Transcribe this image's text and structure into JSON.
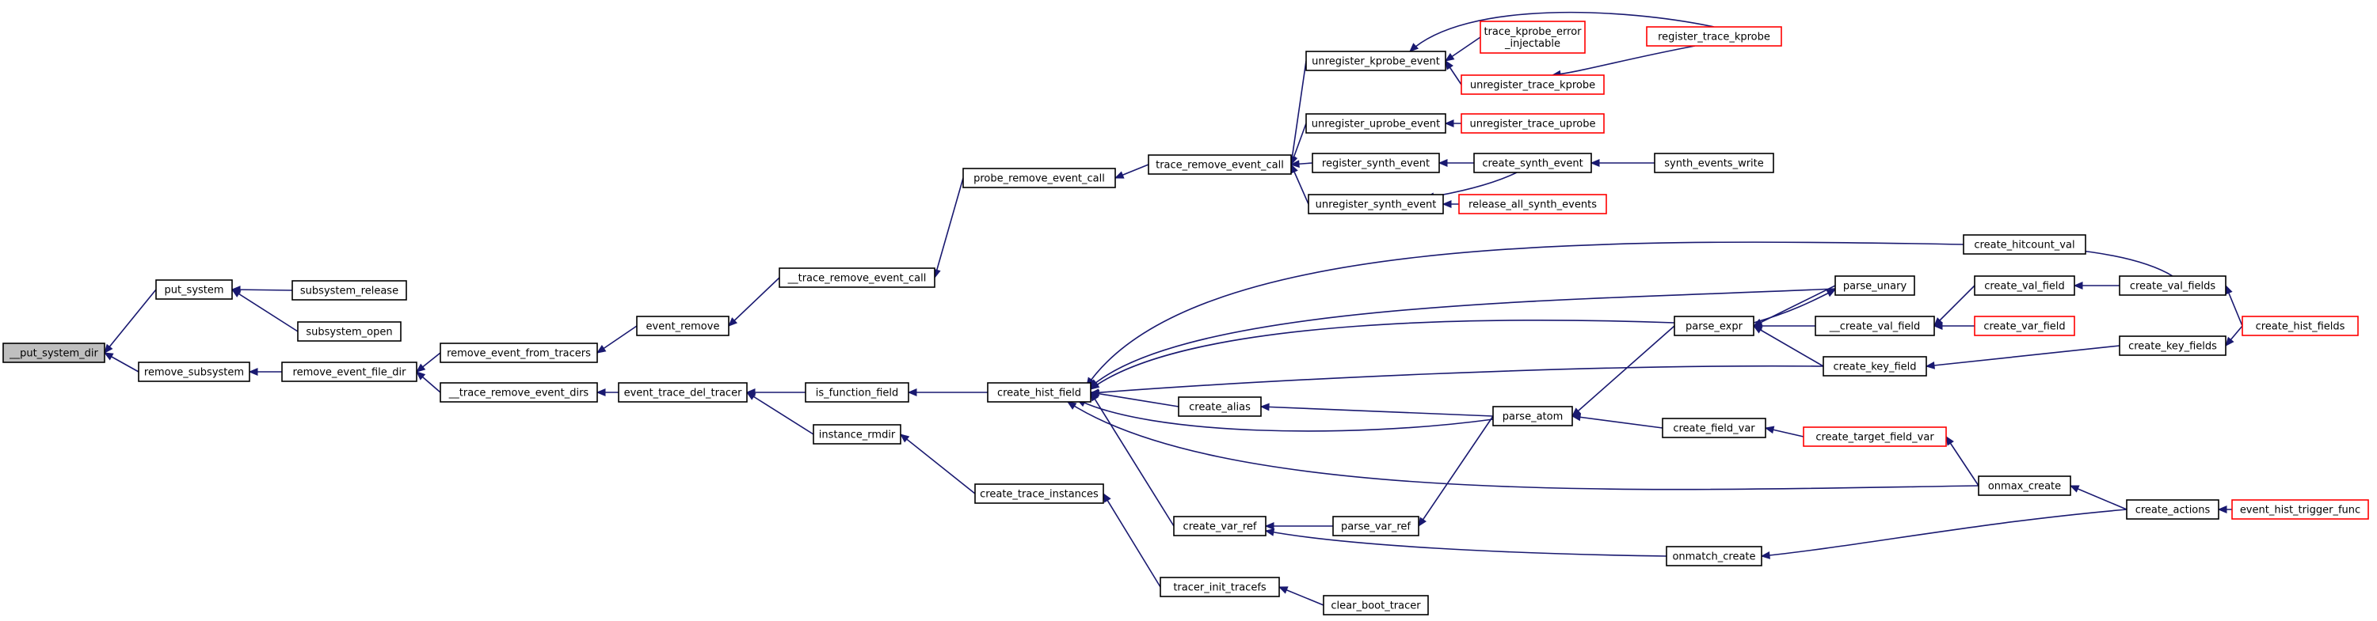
{
  "graph": {
    "edge_color": "#191970",
    "truncated_node_color": "#ff0000",
    "root_fill": "#bfbfbf",
    "nodes": [
      {
        "id": "put_system_dir",
        "label": "__put_system_dir",
        "style": "root"
      },
      {
        "id": "put_system",
        "label": "put_system",
        "style": "normal"
      },
      {
        "id": "subsystem_release",
        "label": "subsystem_release",
        "style": "normal"
      },
      {
        "id": "subsystem_open",
        "label": "subsystem_open",
        "style": "normal"
      },
      {
        "id": "remove_subsystem",
        "label": "remove_subsystem",
        "style": "normal"
      },
      {
        "id": "remove_event_file_dir",
        "label": "remove_event_file_dir",
        "style": "normal"
      },
      {
        "id": "remove_event_from_tracers",
        "label": "remove_event_from_tracers",
        "style": "normal"
      },
      {
        "id": "trace_remove_event_dirs",
        "label": "__trace_remove_event_dirs",
        "style": "normal"
      },
      {
        "id": "event_remove",
        "label": "event_remove",
        "style": "normal"
      },
      {
        "id": "trace_remove_event_call_u",
        "label": "__trace_remove_event_call",
        "style": "normal"
      },
      {
        "id": "probe_remove_event_call",
        "label": "probe_remove_event_call",
        "style": "normal"
      },
      {
        "id": "trace_remove_event_call",
        "label": "trace_remove_event_call",
        "style": "normal"
      },
      {
        "id": "unregister_kprobe_event",
        "label": "unregister_kprobe_event",
        "style": "normal"
      },
      {
        "id": "trace_kprobe_error_injectable",
        "label": "trace_kprobe_error\n_injectable",
        "style": "truncated"
      },
      {
        "id": "unregister_trace_kprobe",
        "label": "unregister_trace_kprobe",
        "style": "truncated"
      },
      {
        "id": "register_trace_kprobe",
        "label": "register_trace_kprobe",
        "style": "truncated"
      },
      {
        "id": "unregister_uprobe_event",
        "label": "unregister_uprobe_event",
        "style": "normal"
      },
      {
        "id": "unregister_trace_uprobe",
        "label": "unregister_trace_uprobe",
        "style": "truncated"
      },
      {
        "id": "register_synth_event",
        "label": "register_synth_event",
        "style": "normal"
      },
      {
        "id": "create_synth_event",
        "label": "create_synth_event",
        "style": "normal"
      },
      {
        "id": "synth_events_write",
        "label": "synth_events_write",
        "style": "normal"
      },
      {
        "id": "unregister_synth_event",
        "label": "unregister_synth_event",
        "style": "normal"
      },
      {
        "id": "release_all_synth_events",
        "label": "release_all_synth_events",
        "style": "truncated"
      },
      {
        "id": "event_trace_del_tracer",
        "label": "event_trace_del_tracer",
        "style": "normal"
      },
      {
        "id": "is_function_field",
        "label": "is_function_field",
        "style": "normal"
      },
      {
        "id": "instance_rmdir",
        "label": "instance_rmdir",
        "style": "normal"
      },
      {
        "id": "create_trace_instances",
        "label": "create_trace_instances",
        "style": "normal"
      },
      {
        "id": "tracer_init_tracefs",
        "label": "tracer_init_tracefs",
        "style": "normal"
      },
      {
        "id": "clear_boot_tracer",
        "label": "clear_boot_tracer",
        "style": "normal"
      },
      {
        "id": "create_hist_field",
        "label": "create_hist_field",
        "style": "normal"
      },
      {
        "id": "create_alias",
        "label": "create_alias",
        "style": "normal"
      },
      {
        "id": "create_var_ref",
        "label": "create_var_ref",
        "style": "normal"
      },
      {
        "id": "parse_var_ref",
        "label": "parse_var_ref",
        "style": "normal"
      },
      {
        "id": "parse_atom",
        "label": "parse_atom",
        "style": "normal"
      },
      {
        "id": "parse_expr",
        "label": "parse_expr",
        "style": "normal"
      },
      {
        "id": "parse_unary",
        "label": "parse_unary",
        "style": "normal"
      },
      {
        "id": "create_val_field_u",
        "label": "__create_val_field",
        "style": "normal"
      },
      {
        "id": "create_key_field",
        "label": "create_key_field",
        "style": "normal"
      },
      {
        "id": "create_field_var",
        "label": "create_field_var",
        "style": "normal"
      },
      {
        "id": "create_target_field_var",
        "label": "create_target_field_var",
        "style": "truncated"
      },
      {
        "id": "onmatch_create",
        "label": "onmatch_create",
        "style": "normal"
      },
      {
        "id": "create_hitcount_val",
        "label": "create_hitcount_val",
        "style": "normal"
      },
      {
        "id": "create_val_field",
        "label": "create_val_field",
        "style": "normal"
      },
      {
        "id": "create_var_field",
        "label": "create_var_field",
        "style": "truncated"
      },
      {
        "id": "create_val_fields",
        "label": "create_val_fields",
        "style": "normal"
      },
      {
        "id": "create_key_fields",
        "label": "create_key_fields",
        "style": "normal"
      },
      {
        "id": "create_hist_fields",
        "label": "create_hist_fields",
        "style": "truncated"
      },
      {
        "id": "onmax_create",
        "label": "onmax_create",
        "style": "normal"
      },
      {
        "id": "create_actions",
        "label": "create_actions",
        "style": "normal"
      },
      {
        "id": "event_hist_trigger_func",
        "label": "event_hist_trigger_func",
        "style": "truncated"
      }
    ],
    "edges": [
      {
        "from": "put_system",
        "to": "put_system_dir"
      },
      {
        "from": "remove_subsystem",
        "to": "put_system_dir"
      },
      {
        "from": "subsystem_release",
        "to": "put_system"
      },
      {
        "from": "subsystem_open",
        "to": "put_system"
      },
      {
        "from": "remove_event_file_dir",
        "to": "remove_subsystem"
      },
      {
        "from": "remove_event_from_tracers",
        "to": "remove_event_file_dir"
      },
      {
        "from": "trace_remove_event_dirs",
        "to": "remove_event_file_dir"
      },
      {
        "from": "event_remove",
        "to": "remove_event_from_tracers"
      },
      {
        "from": "event_trace_del_tracer",
        "to": "trace_remove_event_dirs"
      },
      {
        "from": "trace_remove_event_call_u",
        "to": "event_remove"
      },
      {
        "from": "probe_remove_event_call",
        "to": "trace_remove_event_call_u"
      },
      {
        "from": "trace_remove_event_call",
        "to": "probe_remove_event_call"
      },
      {
        "from": "unregister_kprobe_event",
        "to": "trace_remove_event_call"
      },
      {
        "from": "unregister_uprobe_event",
        "to": "trace_remove_event_call"
      },
      {
        "from": "register_synth_event",
        "to": "trace_remove_event_call"
      },
      {
        "from": "unregister_synth_event",
        "to": "trace_remove_event_call"
      },
      {
        "from": "trace_kprobe_error_injectable",
        "to": "unregister_kprobe_event"
      },
      {
        "from": "unregister_trace_kprobe",
        "to": "unregister_kprobe_event"
      },
      {
        "from": "register_trace_kprobe",
        "to": "unregister_kprobe_event"
      },
      {
        "from": "register_trace_kprobe",
        "to": "unregister_trace_kprobe"
      },
      {
        "from": "unregister_trace_uprobe",
        "to": "unregister_uprobe_event"
      },
      {
        "from": "create_synth_event",
        "to": "register_synth_event"
      },
      {
        "from": "create_synth_event",
        "to": "unregister_synth_event"
      },
      {
        "from": "synth_events_write",
        "to": "create_synth_event"
      },
      {
        "from": "release_all_synth_events",
        "to": "unregister_synth_event"
      },
      {
        "from": "is_function_field",
        "to": "event_trace_del_tracer"
      },
      {
        "from": "instance_rmdir",
        "to": "event_trace_del_tracer"
      },
      {
        "from": "create_trace_instances",
        "to": "instance_rmdir"
      },
      {
        "from": "tracer_init_tracefs",
        "to": "create_trace_instances"
      },
      {
        "from": "clear_boot_tracer",
        "to": "tracer_init_tracefs"
      },
      {
        "from": "create_hist_field",
        "to": "is_function_field"
      },
      {
        "from": "create_alias",
        "to": "create_hist_field"
      },
      {
        "from": "create_var_ref",
        "to": "create_hist_field"
      },
      {
        "from": "parse_atom",
        "to": "create_hist_field"
      },
      {
        "from": "parse_expr",
        "to": "create_hist_field"
      },
      {
        "from": "parse_unary",
        "to": "create_hist_field"
      },
      {
        "from": "create_key_field",
        "to": "create_hist_field"
      },
      {
        "from": "create_hitcount_val",
        "to": "create_hist_field"
      },
      {
        "from": "onmax_create",
        "to": "create_hist_field"
      },
      {
        "from": "parse_atom",
        "to": "create_alias"
      },
      {
        "from": "parse_var_ref",
        "to": "create_var_ref"
      },
      {
        "from": "onmatch_create",
        "to": "create_var_ref"
      },
      {
        "from": "parse_atom",
        "to": "parse_var_ref"
      },
      {
        "from": "parse_expr",
        "to": "parse_atom"
      },
      {
        "from": "parse_unary",
        "to": "parse_expr"
      },
      {
        "from": "create_val_field_u",
        "to": "parse_expr"
      },
      {
        "from": "create_key_field",
        "to": "parse_expr"
      },
      {
        "from": "parse_expr",
        "to": "parse_unary"
      },
      {
        "from": "create_field_var",
        "to": "parse_atom"
      },
      {
        "from": "create_target_field_var",
        "to": "create_field_var"
      },
      {
        "from": "onmax_create",
        "to": "create_target_field_var"
      },
      {
        "from": "create_val_field",
        "to": "create_val_field_u"
      },
      {
        "from": "create_var_field",
        "to": "create_val_field_u"
      },
      {
        "from": "create_val_fields",
        "to": "create_val_field"
      },
      {
        "from": "create_val_fields",
        "to": "create_hitcount_val"
      },
      {
        "from": "create_hist_fields",
        "to": "create_val_fields"
      },
      {
        "from": "create_key_fields",
        "to": "create_key_field"
      },
      {
        "from": "create_hist_fields",
        "to": "create_key_fields"
      },
      {
        "from": "create_actions",
        "to": "onmax_create"
      },
      {
        "from": "create_actions",
        "to": "onmatch_create"
      },
      {
        "from": "event_hist_trigger_func",
        "to": "create_actions"
      }
    ]
  }
}
